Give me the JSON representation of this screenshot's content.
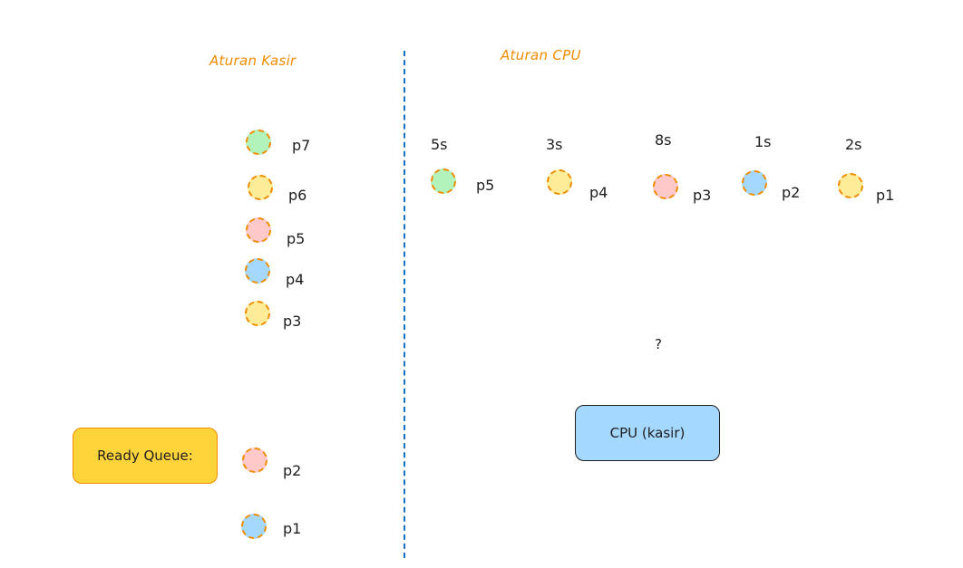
{
  "headings": {
    "kasir": "Aturan Kasir",
    "cpu": "Aturan CPU"
  },
  "colors": {
    "green": "#b2f2bb",
    "yellow": "#ffec99",
    "pink": "#ffc9c9",
    "blue": "#a5d8ff",
    "orange_outline": "#f08c00",
    "ready_fill": "#ffd43b",
    "cpu_fill": "#a5d8ff",
    "divider": "#1971c2"
  },
  "kasir_processes": [
    {
      "label": "p7",
      "color": "green"
    },
    {
      "label": "p6",
      "color": "yellow"
    },
    {
      "label": "p5",
      "color": "pink"
    },
    {
      "label": "p4",
      "color": "blue"
    },
    {
      "label": "p3",
      "color": "yellow"
    },
    {
      "label": "p2",
      "color": "pink"
    },
    {
      "label": "p1",
      "color": "blue"
    }
  ],
  "ready_queue_label": "Ready Queue:",
  "cpu_processes": [
    {
      "label": "p5",
      "time": "5s",
      "color": "green"
    },
    {
      "label": "p4",
      "time": "3s",
      "color": "yellow"
    },
    {
      "label": "p3",
      "time": "8s",
      "color": "pink"
    },
    {
      "label": "p2",
      "time": "1s",
      "color": "blue"
    },
    {
      "label": "p1",
      "time": "2s",
      "color": "yellow"
    }
  ],
  "question_mark": "?",
  "cpu_box_label": "CPU (kasir)"
}
